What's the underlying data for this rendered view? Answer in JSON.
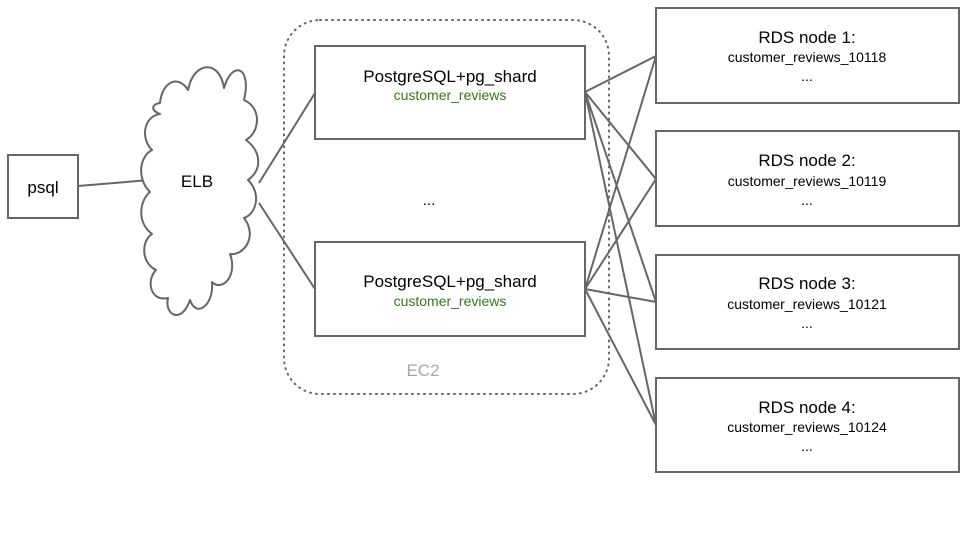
{
  "colors": {
    "box_border": "#666666",
    "connector": "#666666",
    "text_primary": "#000000",
    "text_secondary": "#38761d",
    "group_label": "#a6a6a6",
    "group_border": "#666666"
  },
  "client": {
    "label": "psql"
  },
  "load_balancer": {
    "label": "ELB",
    "shape": "cloud"
  },
  "ec2_group": {
    "label": "EC2",
    "nodes": [
      {
        "title": "PostgreSQL+pg_shard",
        "subtitle": "customer_reviews"
      },
      {
        "title": "PostgreSQL+pg_shard",
        "subtitle": "customer_reviews"
      }
    ],
    "ellipsis": "..."
  },
  "rds_nodes": [
    {
      "title": "RDS node 1:",
      "shard": "customer_reviews_10118",
      "more": "..."
    },
    {
      "title": "RDS node 2:",
      "shard": "customer_reviews_10119",
      "more": "..."
    },
    {
      "title": "RDS node 3:",
      "shard": "customer_reviews_10121",
      "more": "..."
    },
    {
      "title": "RDS node 4:",
      "shard": "customer_reviews_10124",
      "more": "..."
    }
  ]
}
